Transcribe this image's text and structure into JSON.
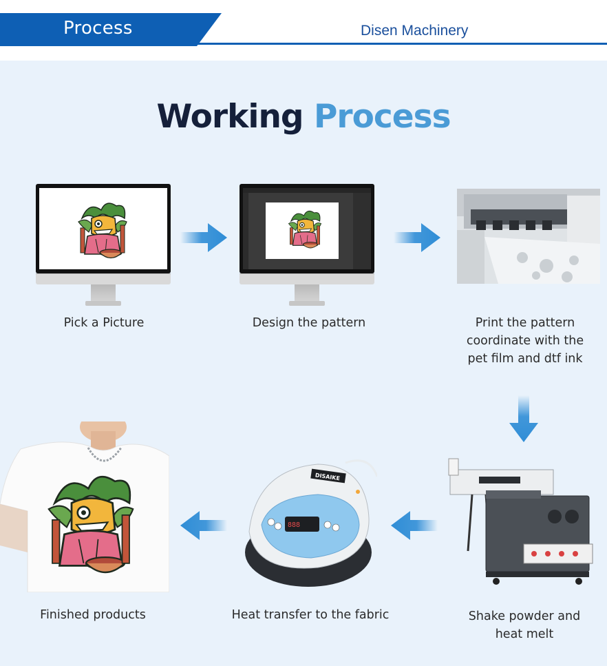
{
  "header": {
    "title": "Process",
    "brand": "Disen Machinery"
  },
  "heading": {
    "word1": "Working",
    "word2": "Process"
  },
  "steps": [
    {
      "line1": "Pick a Picture"
    },
    {
      "line1": "Design the pattern"
    },
    {
      "line1": "Print the pattern",
      "line2": "coordinate with the",
      "line3": "pet film and dtf ink"
    },
    {
      "line1": "Shake powder and",
      "line2": "heat melt"
    },
    {
      "line1": "Heat transfer to the fabric"
    },
    {
      "line1": "Finished products"
    }
  ],
  "press_brand": "DISAIKE",
  "colors": {
    "header_blue": "#0e5fb4",
    "brand_text": "#1a4f9c",
    "heading_dark": "#15203a",
    "heading_accent": "#4a9bd6",
    "panel_bg": "#e9f2fb",
    "arrow_blue": "#2f8dd6"
  },
  "icons": [
    "arrow-right-icon",
    "arrow-down-icon",
    "arrow-left-icon"
  ]
}
